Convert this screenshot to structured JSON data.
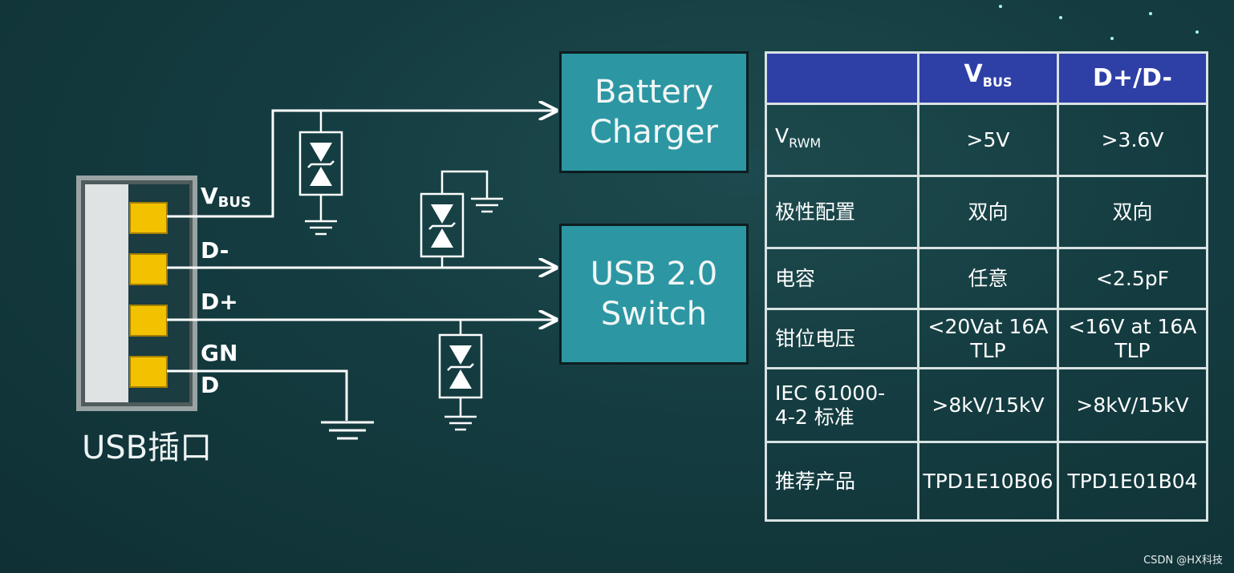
{
  "diagram": {
    "boxes": {
      "battery_charger": [
        "Battery",
        "Charger"
      ],
      "usb_switch": [
        "USB 2.0",
        "Switch"
      ]
    },
    "connector": {
      "label": "USB插口",
      "pins": {
        "vbus_main": "V",
        "vbus_sub": "BUS",
        "dminus": "D-",
        "dplus": "D+",
        "gnd_line1": "GN",
        "gnd_line2": "D"
      }
    }
  },
  "table": {
    "header": {
      "col1_main": "V",
      "col1_sub": "BUS",
      "col2": "D+/D-"
    },
    "rows": [
      {
        "label_main": "V",
        "label_sub": "RWM",
        "vbus": ">5V",
        "data": ">3.6V"
      },
      {
        "label": "极性配置",
        "vbus": "双向",
        "data": "双向"
      },
      {
        "label": "电容",
        "vbus": "任意",
        "data": "<2.5pF"
      },
      {
        "label": "钳位电压",
        "vbus_l1": "<20Vat 16A",
        "vbus_l2": "TLP",
        "data_l1": "<16V at 16A",
        "data_l2": "TLP"
      },
      {
        "label_l1": "IEC 61000-",
        "label_l2": "4-2 标准",
        "vbus": ">8kV/15kV",
        "data": ">8kV/15kV"
      },
      {
        "label": "推荐产品",
        "vbus": "TPD1E10B06",
        "data": "TPD1E01B04"
      }
    ]
  },
  "watermark": "CSDN @HX科技",
  "colors": {
    "background": "#143c40",
    "box_fill": "#2c97a3",
    "table_header": "#2e3fa6",
    "pin_gold": "#f2c200",
    "wire": "#ffffff"
  }
}
